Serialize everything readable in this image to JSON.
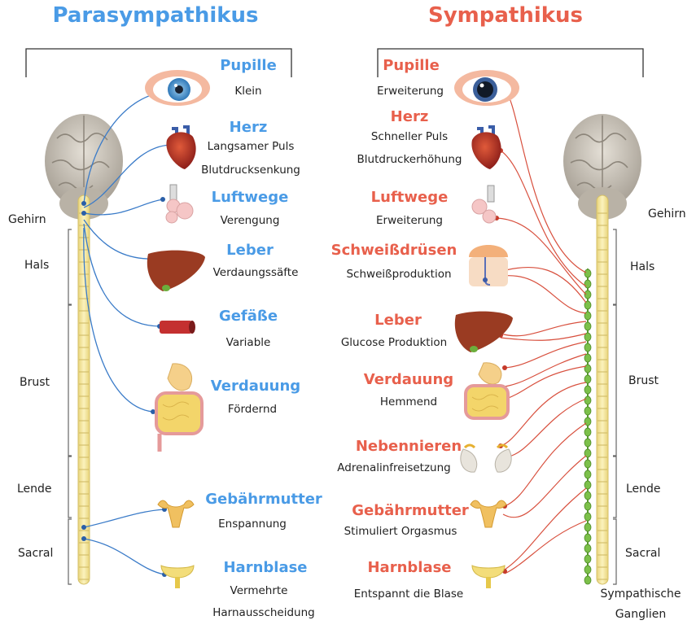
{
  "parasympathetic": {
    "title": "Parasympathikus",
    "organs": [
      {
        "name": "Pupille",
        "effect": [
          "Klein"
        ]
      },
      {
        "name": "Herz",
        "effect": [
          "Langsamer Puls",
          "Blutdrucksenkung"
        ]
      },
      {
        "name": "Luftwege",
        "effect": [
          "Verengung"
        ]
      },
      {
        "name": "Leber",
        "effect": [
          "Verdaungssäfte"
        ]
      },
      {
        "name": "Gefäße",
        "effect": [
          "Variable"
        ]
      },
      {
        "name": "Verdauung",
        "effect": [
          "Fördernd"
        ]
      },
      {
        "name": "Gebährmutter",
        "effect": [
          "Enspannung"
        ]
      },
      {
        "name": "Harnblase",
        "effect": [
          "Vermehrte",
          "Harnausscheidung"
        ]
      }
    ],
    "regions": [
      "Gehirn",
      "Hals",
      "Brust",
      "Lende",
      "Sacral"
    ]
  },
  "sympathetic": {
    "title": "Sympathikus",
    "organs": [
      {
        "name": "Pupille",
        "effect": [
          "Erweiterung"
        ]
      },
      {
        "name": "Herz",
        "effect": [
          "Schneller Puls",
          "Blutdruckerhöhung"
        ]
      },
      {
        "name": "Luftwege",
        "effect": [
          "Erweiterung"
        ]
      },
      {
        "name": "Schweißdrüsen",
        "effect": [
          "Schweißproduktion"
        ]
      },
      {
        "name": "Leber",
        "effect": [
          "Glucose Produktion"
        ]
      },
      {
        "name": "Verdauung",
        "effect": [
          "Hemmend"
        ]
      },
      {
        "name": "Nebennieren",
        "effect": [
          "Adrenalinfreisetzung"
        ]
      },
      {
        "name": "Gebährmutter",
        "effect": [
          "Stimuliert Orgasmus"
        ]
      },
      {
        "name": "Harnblase",
        "effect": [
          "Entspannt die Blase"
        ]
      }
    ],
    "regions": [
      "Gehirn",
      "Hals",
      "Brust",
      "Lende",
      "Sacral"
    ],
    "ganglia_label": [
      "Sympathische",
      "Ganglien"
    ]
  },
  "colors": {
    "parasympathetic": "#4a9be6",
    "sympathetic": "#e8604c",
    "nerve_blue": "#3a7bc8",
    "nerve_red": "#d8503e",
    "spinal_cord": "#f3e49a",
    "ganglia": "#7cc04a"
  }
}
